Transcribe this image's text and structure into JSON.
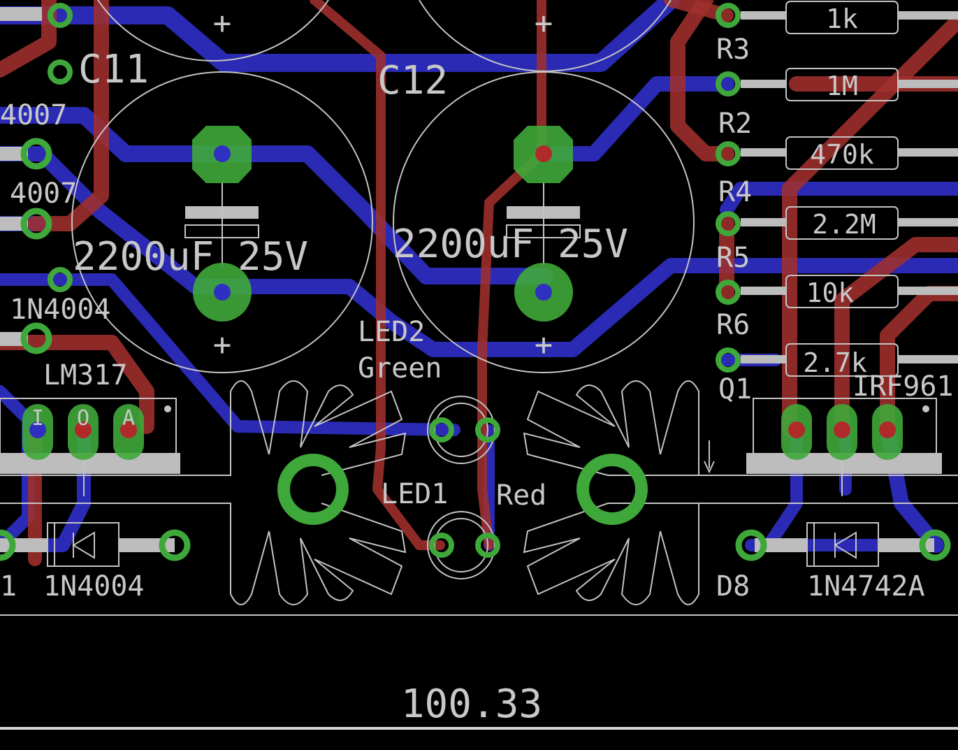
{
  "labels": {
    "c11": "C11",
    "c12": "C12",
    "c11_value": "2200uF 25V",
    "c12_value": "2200uF 25V",
    "d_4007_a": "4007",
    "d_4007_b": "4007",
    "d_1n4004_left": "1N4004",
    "lm317": "LM317",
    "lm317_pin_i": "I",
    "lm317_pin_o": "O",
    "lm317_pin_a": "A",
    "led2": "LED2",
    "led2_value": "Green",
    "led1": "LED1",
    "led1_value": "Red",
    "d_1n4004_bottom": "1N4004",
    "d_left_edge": "1",
    "r3": "R3",
    "r3_value": "1k",
    "r2": "R2",
    "r2_value": "1M",
    "r2_upper_value": "470k",
    "r4": "R4",
    "r4_value": "2.2M",
    "r5": "R5",
    "r5_value": "10k",
    "r6": "R6",
    "r6_value": "2.7k",
    "q1": "Q1",
    "q1_value": "IRF961",
    "d8": "D8",
    "d8_value": "1N4742A",
    "dimension": "100.33"
  },
  "colors": {
    "background": "#000000",
    "bottom_copper": "#2a2ab4",
    "top_copper": "#a0302e",
    "pad": "#3fa83a",
    "silkscreen": "#c4c4c4"
  }
}
